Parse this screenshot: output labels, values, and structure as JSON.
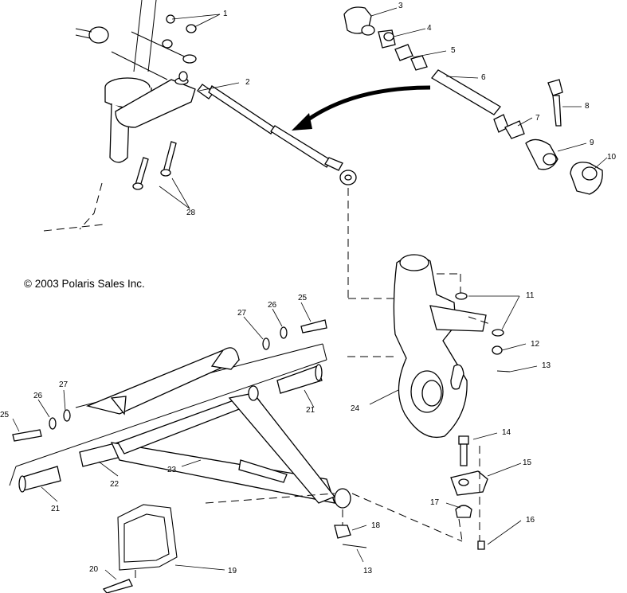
{
  "copyright": "© 2003 Polaris Sales Inc.",
  "callouts": {
    "c1": "1",
    "c2": "2",
    "c3": "3",
    "c4": "4",
    "c5": "5",
    "c6": "6",
    "c7": "7",
    "c8": "8",
    "c9": "9",
    "c10": "10",
    "c11": "11",
    "c12": "12",
    "c13a": "13",
    "c13b": "13",
    "c14": "14",
    "c15": "15",
    "c16": "16",
    "c17": "17",
    "c18": "18",
    "c19": "19",
    "c20": "20",
    "c21a": "21",
    "c21b": "21",
    "c22": "22",
    "c23": "23",
    "c24": "24",
    "c25a": "25",
    "c25b": "25",
    "c26a": "26",
    "c26b": "26",
    "c27a": "27",
    "c27b": "27",
    "c28": "28"
  }
}
